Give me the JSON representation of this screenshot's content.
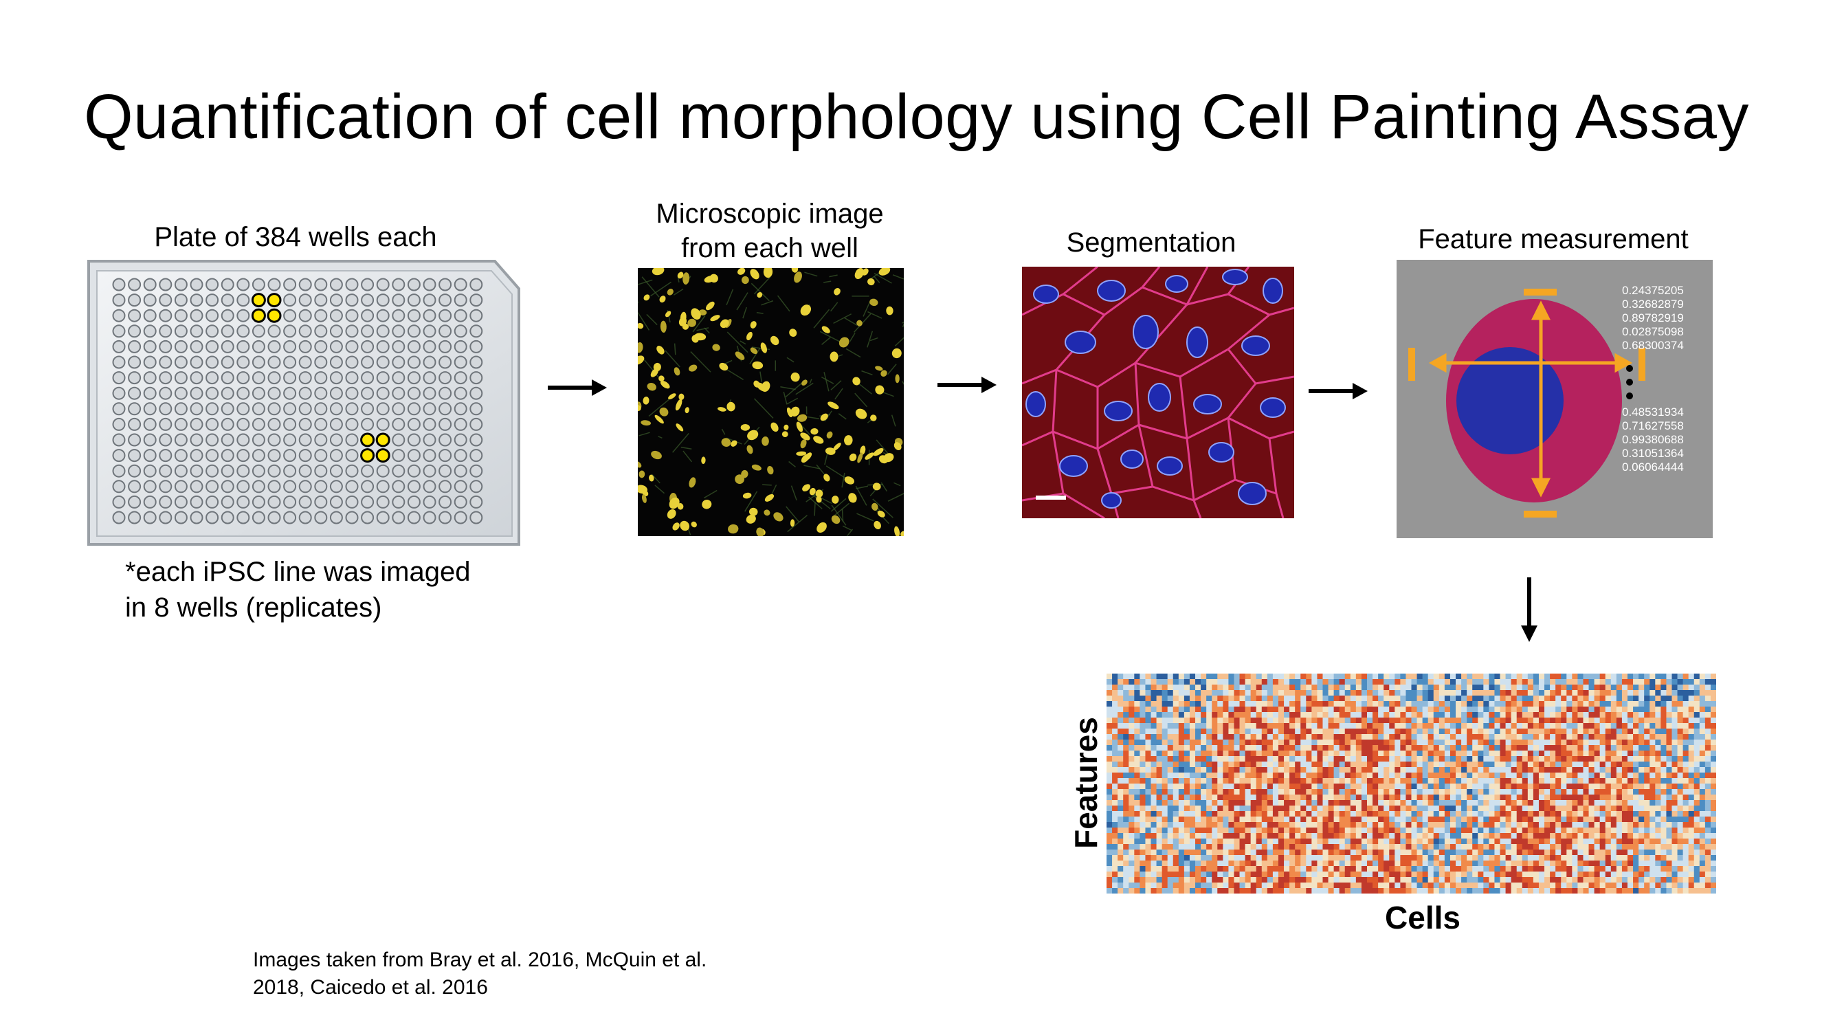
{
  "title": "Quantification of cell morphology using Cell Painting Assay",
  "steps": {
    "plate": {
      "label": "Plate of 384 wells each",
      "note_line1": "*each iPSC line was imaged",
      "note_line2": "in 8 wells (replicates)"
    },
    "microscopy": {
      "label_line1": "Microscopic image",
      "label_line2": "from each well"
    },
    "segmentation": {
      "label": "Segmentation"
    },
    "features": {
      "label": "Feature measurement",
      "values_top": [
        "0.24375205",
        "0.32682879",
        "0.89782919",
        "0.02875098",
        "0.68300374"
      ],
      "values_bottom": [
        "0.48531934",
        "0.71627558",
        "0.99380688",
        "0.31051364",
        "0.06064444"
      ]
    },
    "heatmap": {
      "ylabel": "Features",
      "xlabel": "Cells"
    }
  },
  "citation": {
    "line1": "Images taken from Bray et al. 2016, McQuin et al.",
    "line2": "2018, Caicedo et al. 2016"
  },
  "colors": {
    "highlight_well": "#ffe600",
    "cell_body": "#b5225e",
    "nucleus": "#2530a8",
    "arrow_orange": "#f5a623",
    "heat_warm": "#e0592c",
    "heat_cool": "#4d8dc2"
  }
}
